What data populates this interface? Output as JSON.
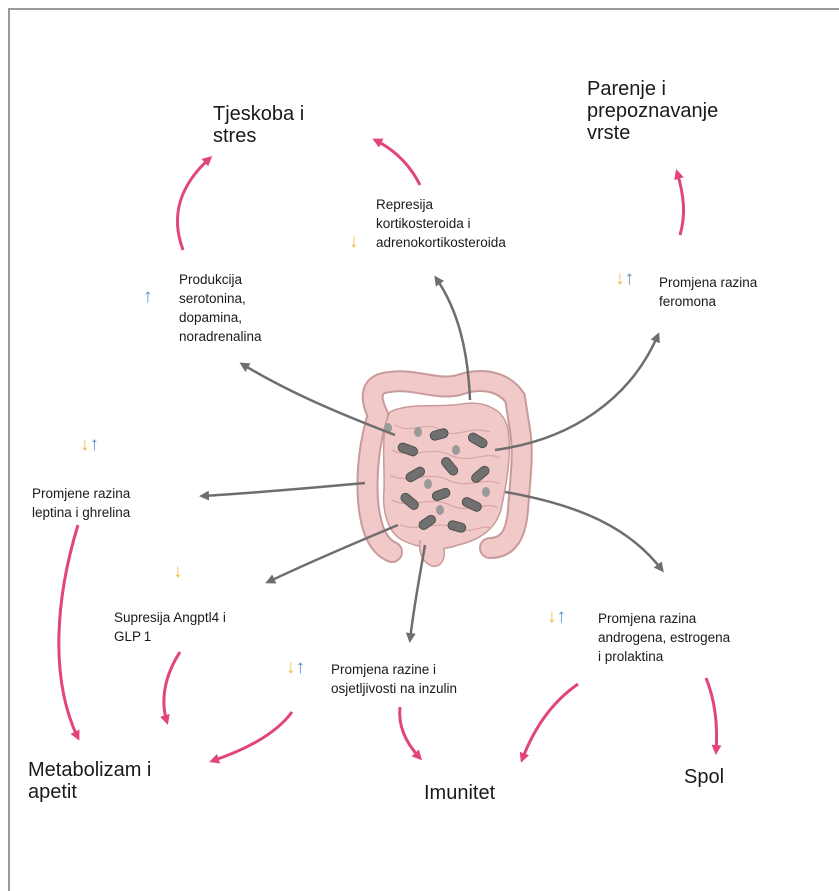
{
  "colors": {
    "gray_arrow": "#6e6e6e",
    "pink_arrow": "#e2457a",
    "intestine_fill": "#f2c9c9",
    "intestine_outline": "#c99a9a",
    "bacteria": "#707070",
    "down_arrow": "#f2b84a",
    "up_arrow": "#5b8fbf"
  },
  "icons": {
    "down": "↓",
    "up": "↑"
  },
  "outcomes": {
    "anxiety": "Tjeskoba i\nstres",
    "mating": "Parenje i\nprepoznavanje\nvrste",
    "metabolism": "Metabolizam i\napetit",
    "immunity": "Imunitet",
    "sex": "Spol"
  },
  "effects": {
    "serotonin": "Produkcija\nserotonina,\ndopamina,\nnoradrenalina",
    "corticosteroid": "Represija\nkortikosteroida i\nadrenokortikosteroida",
    "pheromone": "Promjena razina\nferomona",
    "leptin": "Promjene razina\nleptina i ghrelina",
    "angptl4": "Supresija Angptl4 i\nGLP 1",
    "insulin": "Promjena razine i\nosjetljivosti na inzulin",
    "hormones": "Promjena razina\nandrogena, estrogena\ni prolaktina"
  }
}
